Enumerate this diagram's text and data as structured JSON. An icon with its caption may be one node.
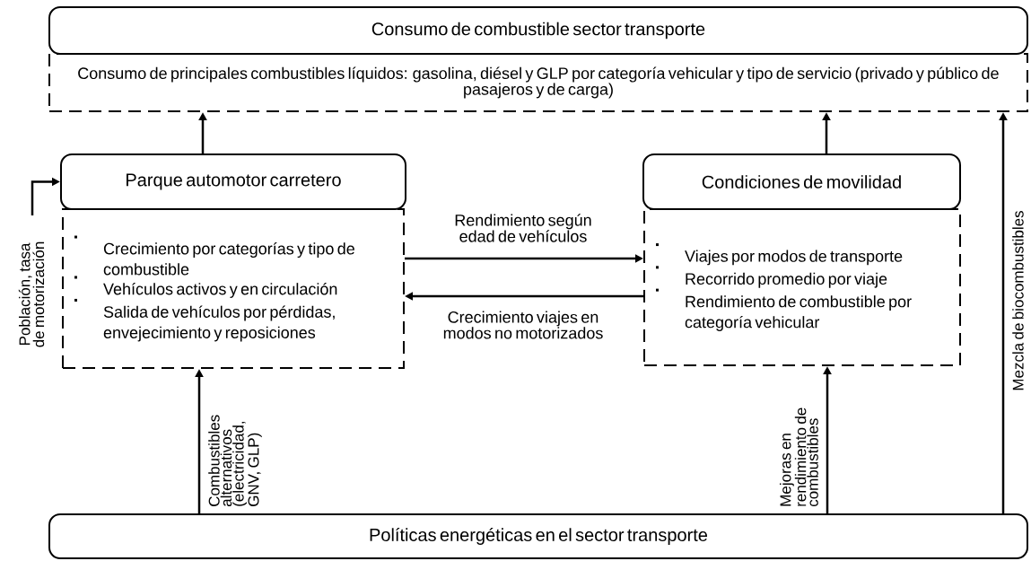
{
  "diagram": {
    "nodes": [
      {
        "text": [
          "Consumo de combustible sector transporte"
        ]
      },
      {
        "text": [
          "Consumo de principales combustibles líquidos: gasolina, diésel y GLP por categoría vehicular y tipo de servicio (privado y público de pasajeros y de carga)"
        ]
      },
      {
        "text": [
          "Parque automotor carretero"
        ]
      },
      {
        "text": [
          "Crecimiento por categorías y tipo de combustible",
          "Vehículos activos y en circulación",
          "Salida de vehículos por pérdidas, envejecimiento y reposiciones"
        ]
      },
      {
        "text": [
          "Condiciones de movilidad"
        ]
      },
      {
        "text": [
          "Viajes por modos de transporte",
          "Recorrido promedio por viaje",
          "Rendimiento de combustible por categoría vehicular"
        ]
      },
      {
        "text": [
          "Políticas energéticas en el sector transporte"
        ]
      }
    ],
    "edges": [
      {
        "from": null,
        "to": 2,
        "arrow": "to",
        "label": "Población, tasa de motorización"
      },
      {
        "from": 2,
        "to": 1,
        "arrow": "to"
      },
      {
        "from": 4,
        "to": 1,
        "arrow": "to"
      },
      {
        "from": 3,
        "to": 5,
        "arrow": "to",
        "label": "Rendimiento según edad de vehículos"
      },
      {
        "from": 5,
        "to": 3,
        "arrow": "to",
        "label": "Crecimiento viajes en modos no motorizados"
      },
      {
        "from": 6,
        "to": 3,
        "arrow": "to",
        "label": "Combustibles alternativos (electricidad, GNV, GLP)"
      },
      {
        "from": 6,
        "to": 5,
        "arrow": "to",
        "label": "Mejoras en rendimiento de combustibles"
      },
      {
        "from": 6,
        "to": 1,
        "arrow": "to",
        "label": "Mezcla de biocombustibles"
      }
    ]
  }
}
